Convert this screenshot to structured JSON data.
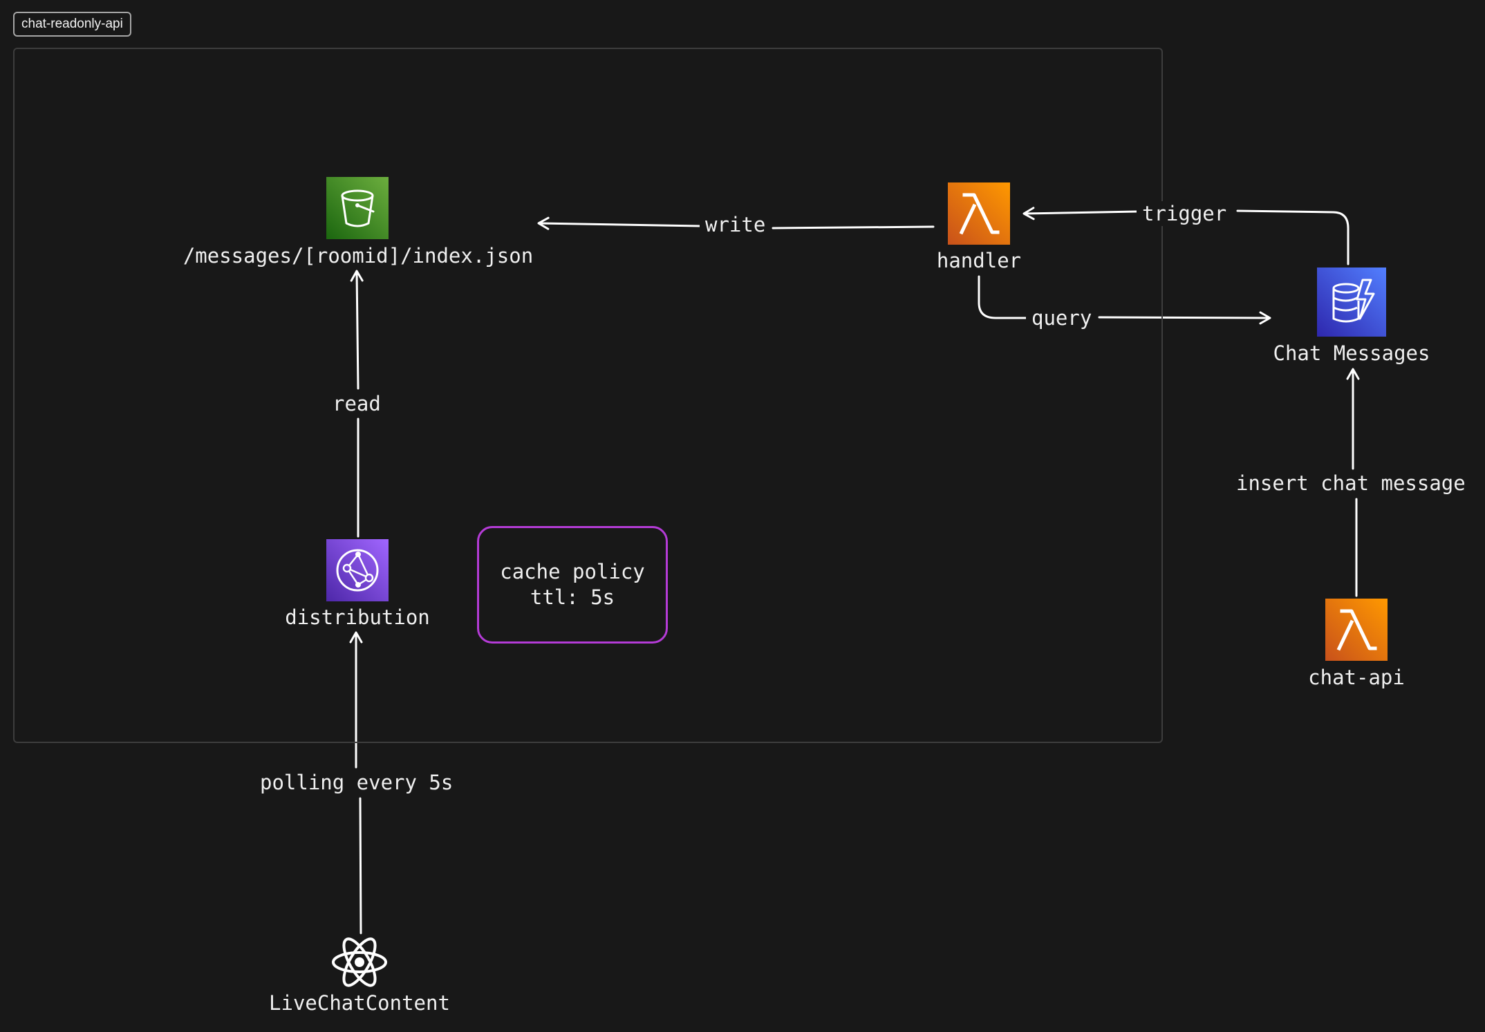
{
  "frame": {
    "label": "chat-readonly-api"
  },
  "nodes": {
    "s3_bucket": {
      "label": "/messages/[roomid]/index.json",
      "icon": "s3-bucket-icon",
      "color": "#3f8624"
    },
    "handler": {
      "label": "handler",
      "icon": "lambda-icon",
      "color": "#ed7100"
    },
    "chat_messages": {
      "label": "Chat Messages",
      "icon": "dynamodb-icon",
      "color": "#3b48cc"
    },
    "distribution": {
      "label": "distribution",
      "icon": "cloudfront-icon",
      "color": "#8c4fff"
    },
    "chat_api": {
      "label": "chat-api",
      "icon": "lambda-icon",
      "color": "#ed7100"
    },
    "live_chat_content": {
      "label": "LiveChatContent",
      "icon": "react-icon",
      "color": "#ffffff"
    }
  },
  "edges": {
    "write": "write",
    "trigger": "trigger",
    "query": "query",
    "read": "read",
    "insert": "insert chat message",
    "polling": "polling every 5s"
  },
  "note": {
    "line1": "cache policy",
    "line2": "ttl: 5s",
    "border_color": "#b43bd6"
  }
}
